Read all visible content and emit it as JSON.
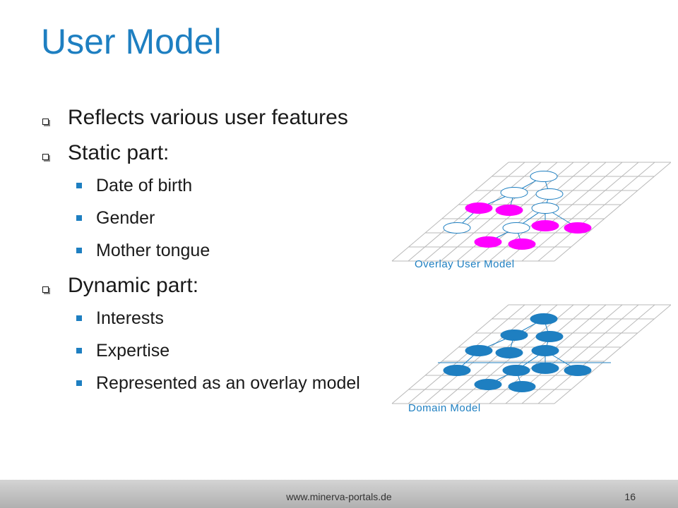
{
  "slide": {
    "title": "User Model",
    "bullets": [
      {
        "text": "Reflects various user features",
        "level": 1
      },
      {
        "text": "Static part:",
        "level": 1
      },
      {
        "text": "Date of birth",
        "level": 2
      },
      {
        "text": "Gender",
        "level": 2
      },
      {
        "text": "Mother tongue",
        "level": 2
      },
      {
        "text": "Dynamic part:",
        "level": 1
      },
      {
        "text": "Interests",
        "level": 2
      },
      {
        "text": "Expertise",
        "level": 2
      },
      {
        "text": "Represented as an overlay model",
        "level": 2
      }
    ],
    "diagram": {
      "overlay_label": "Overlay User Model",
      "domain_label": "Domain Model"
    },
    "footer": {
      "url": "www.minerva-portals.de",
      "page_number": "16"
    }
  },
  "colors": {
    "title": "#1e7fc1",
    "grid": "#b8b8b8",
    "overlay_node": "#ff00ff",
    "domain_node": "#1e7fc1",
    "node_outline": "#1e7fc1",
    "label": "#1e7fc1"
  }
}
